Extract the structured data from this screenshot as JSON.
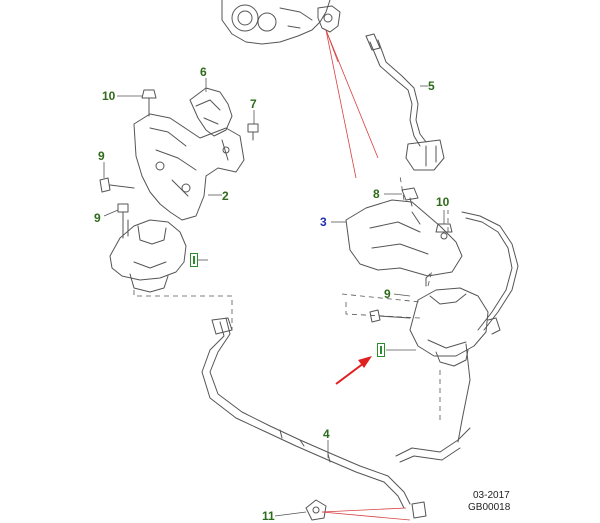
{
  "callouts": {
    "c10_left": "10",
    "c6": "6",
    "c7": "7",
    "c9_upper_left": "9",
    "c2": "2",
    "c9_lower_left": "9",
    "c5": "5",
    "c8": "8",
    "c3": "3",
    "c10_right": "10",
    "c9_right": "9",
    "c4": "4",
    "c11": "11"
  },
  "footer": {
    "date": "03-2017",
    "code": "GB00018"
  },
  "colors": {
    "line": "#555555",
    "leader_green": "#3a7d1e",
    "leader_red": "#d94040",
    "arrow": "#e02020",
    "ref_mark": "#2e8b2e",
    "blue_label": "#1f2fb0"
  }
}
